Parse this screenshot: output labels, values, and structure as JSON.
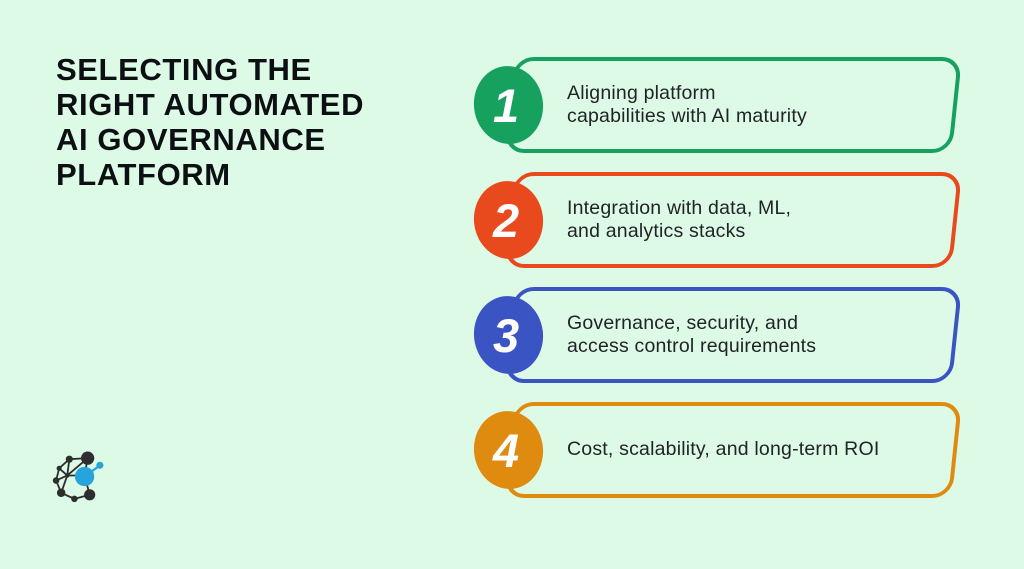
{
  "background_color": "#ddfae6",
  "title": {
    "text": "SELECTING THE\nRIGHT AUTOMATED\nAI GOVERNANCE\nPLATFORM",
    "color": "#0d1013"
  },
  "items": [
    {
      "number": "1",
      "text": "Aligning platform\ncapabilities with AI maturity",
      "color": "#16a15f"
    },
    {
      "number": "2",
      "text": "Integration with data, ML,\nand analytics stacks",
      "color": "#e8491d"
    },
    {
      "number": "3",
      "text": "Governance, security, and\naccess control requirements",
      "color": "#3b54c4"
    },
    {
      "number": "4",
      "text": "Cost, scalability, and long-term ROI",
      "color": "#df8b10"
    }
  ],
  "logo": {
    "name": "network-graph-logo",
    "node_color": "#2e2e2e",
    "accent_color": "#27a4dc"
  }
}
